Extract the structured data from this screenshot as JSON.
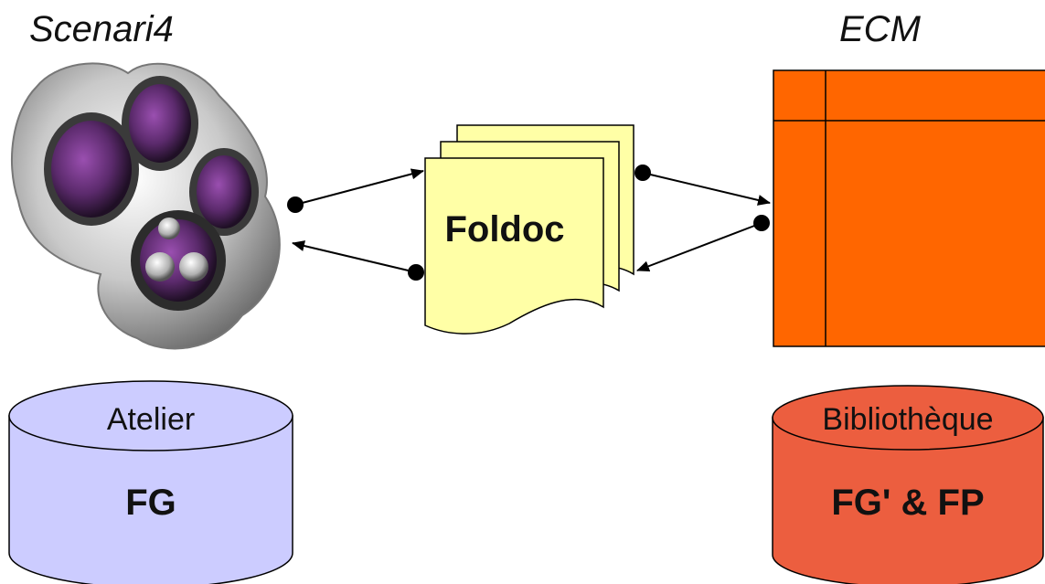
{
  "labels": {
    "left_system": "Scenari4",
    "right_system": "ECM",
    "center_document": "Foldoc",
    "left_db_header": "Atelier",
    "left_db_body": "FG",
    "right_db_header": "Bibliothèque",
    "right_db_body": "FG' & FP"
  },
  "colors": {
    "foldoc_fill": "#ffffa6",
    "ecm_fill": "#ff6600",
    "atelier_fill": "#ccccff",
    "bibliotheque_fill": "#ec5e3f",
    "scenari_purple": "#9a4fb0"
  },
  "icons": {
    "scenari_logo": "scenari-logo-icon"
  }
}
